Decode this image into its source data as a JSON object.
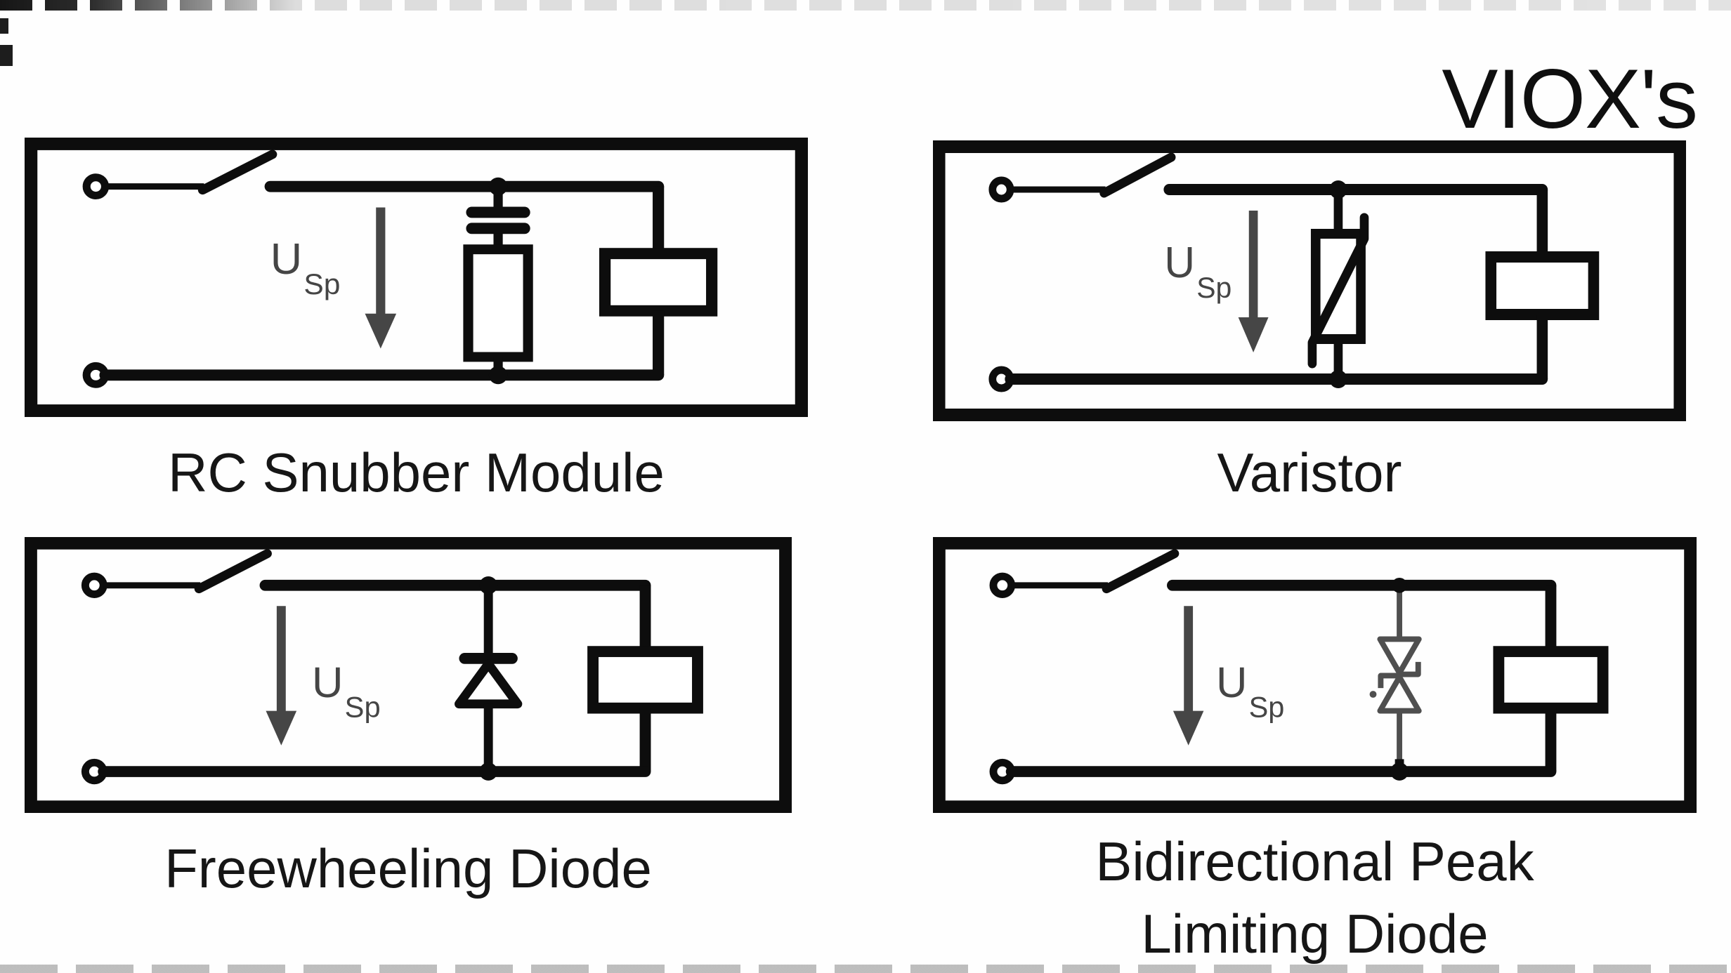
{
  "title": "VIOX's",
  "voltage_label": {
    "base": "U",
    "sub": "Sp"
  },
  "panels": [
    {
      "id": "rc-snubber",
      "caption_line1": "RC Snubber Module",
      "caption_line2": "",
      "component_symbol": "capacitor-and-resistor-in-series"
    },
    {
      "id": "varistor",
      "caption_line1": "Varistor",
      "caption_line2": "",
      "component_symbol": "varistor"
    },
    {
      "id": "freewheeling-diode",
      "caption_line1": "Freewheeling Diode",
      "caption_line2": "",
      "component_symbol": "diode"
    },
    {
      "id": "bidirectional-peak-limiting-diode",
      "caption_line1": "Bidirectional Peak",
      "caption_line2": "Limiting Diode",
      "component_symbol": "bidirectional-zener-diode"
    }
  ],
  "colors": {
    "line": "#0d0d0d",
    "annotation_gray": "#464646",
    "tvs_gray": "#4f4f4f",
    "background": "#fefefe",
    "caption_text": "#161616",
    "edge_artifact": "#161616"
  }
}
